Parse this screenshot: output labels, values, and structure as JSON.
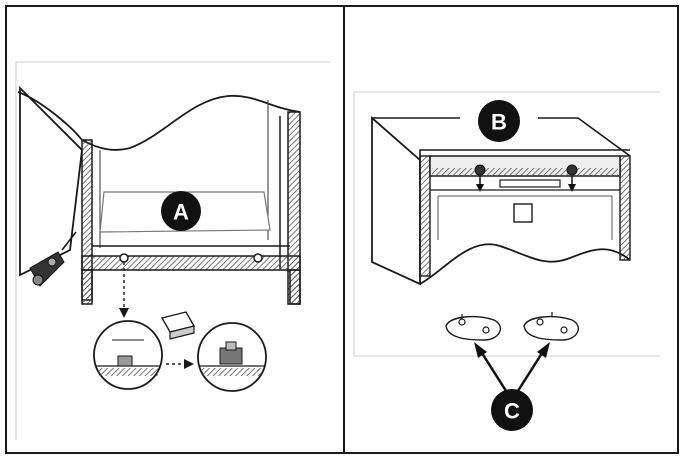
{
  "callouts": {
    "a": "A",
    "b": "B",
    "c": "C"
  },
  "colors": {
    "line": "#1a1a1a",
    "hatch": "#555555",
    "background": "#ffffff",
    "callout_fill": "#111111",
    "callout_text": "#ffffff"
  }
}
